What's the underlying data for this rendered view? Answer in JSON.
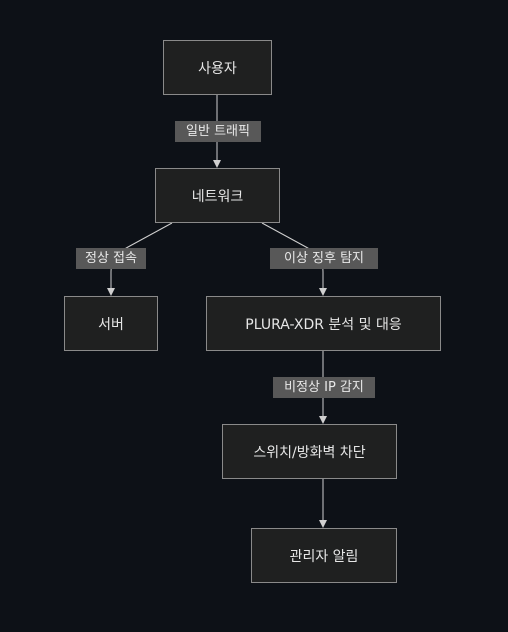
{
  "nodes": {
    "user": "사용자",
    "network": "네트워크",
    "server": "서버",
    "plura": "PLURA-XDR 분석 및 대응",
    "switch_firewall": "스위치/방화벽 차단",
    "admin_alert": "관리자 알림"
  },
  "edges": {
    "user_to_network": "일반 트래픽",
    "network_to_server": "정상 접속",
    "network_to_plura": "이상 징후 탐지",
    "plura_to_switch": "비정상 IP 감지",
    "switch_to_admin": ""
  },
  "colors": {
    "background": "#0d1117",
    "node_fill": "#1f2020",
    "node_border": "#8a8a8a",
    "edge": "#d0d0d0",
    "label_fill": "#585858",
    "text": "#e6e6e6"
  }
}
